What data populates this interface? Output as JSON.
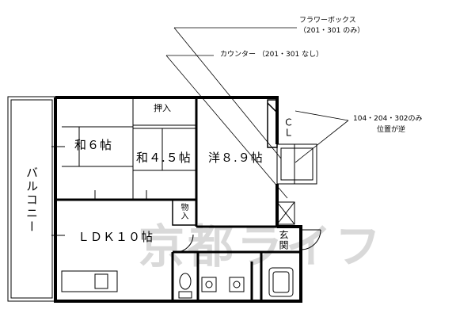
{
  "title": "",
  "rooms": {
    "washitsu6": "和６帖",
    "washitsu45": "和４.５帖",
    "yoshitsu": "洋８.９帖",
    "ldk": "ＬＤＫ１０帖",
    "oshiire": "押入",
    "mono": "物入",
    "genkan": "玄関",
    "balcony": "バルコニー",
    "closet": "ＣＬ"
  },
  "annotations": {
    "flowerbox_line1": "フラワーボックス",
    "flowerbox_line2": "（201・301 のみ）",
    "counter": "カウンター （201・301 なし）",
    "reverse_line1": "104・204・302のみ",
    "reverse_line2": "位置が逆"
  },
  "watermark": "京都ライフ"
}
